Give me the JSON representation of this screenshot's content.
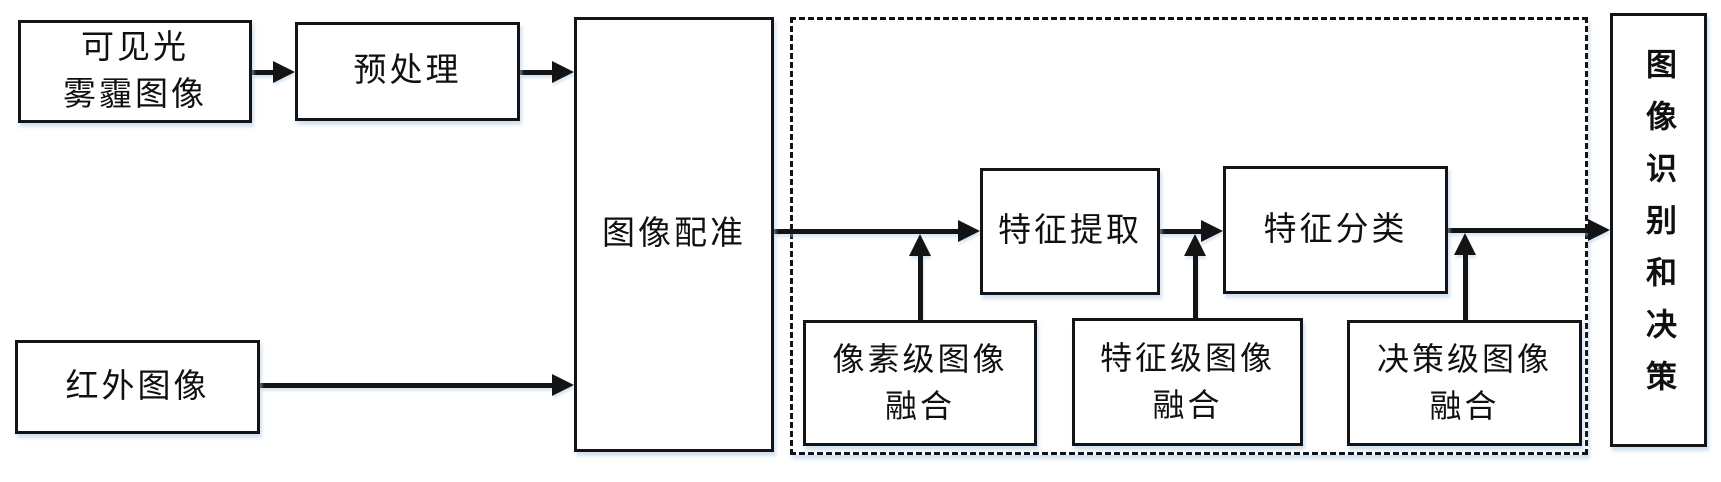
{
  "diagram": {
    "title": "multimodal-image-fusion-recognition-flowchart",
    "colors": {
      "line": "#141414",
      "background": "#ffffff",
      "shadow_tint": "#adcae9"
    },
    "nodes": {
      "visible_light": {
        "label": "可见光雾霾图像",
        "lines": [
          "可见光",
          "雾霾图像"
        ]
      },
      "preprocess": {
        "label": "预处理"
      },
      "infrared": {
        "label": "红外图像"
      },
      "register": {
        "label": "图像配准"
      },
      "feature_extract": {
        "label": "特征提取"
      },
      "feature_classify": {
        "label": "特征分类"
      },
      "pixel_fusion": {
        "label": "像素级图像融合",
        "lines": [
          "像素级图像",
          "融合"
        ]
      },
      "feature_fusion": {
        "label": "特征级图像融合",
        "lines": [
          "特征级图像",
          "融合"
        ]
      },
      "decision_fusion": {
        "label": "决策级图像融合",
        "lines": [
          "决策级图像",
          "融合"
        ]
      },
      "output": {
        "label": "图像识别和决策"
      }
    },
    "edges": [
      {
        "from": "visible_light",
        "to": "preprocess"
      },
      {
        "from": "preprocess",
        "to": "register"
      },
      {
        "from": "infrared",
        "to": "register"
      },
      {
        "from": "register",
        "to": "feature_extract"
      },
      {
        "from": "feature_extract",
        "to": "feature_classify"
      },
      {
        "from": "feature_classify",
        "to": "output"
      },
      {
        "from": "pixel_fusion",
        "to": "register-feature_extract-link"
      },
      {
        "from": "feature_fusion",
        "to": "feature_extract-feature_classify-link"
      },
      {
        "from": "decision_fusion",
        "to": "feature_classify-output-link"
      }
    ]
  }
}
